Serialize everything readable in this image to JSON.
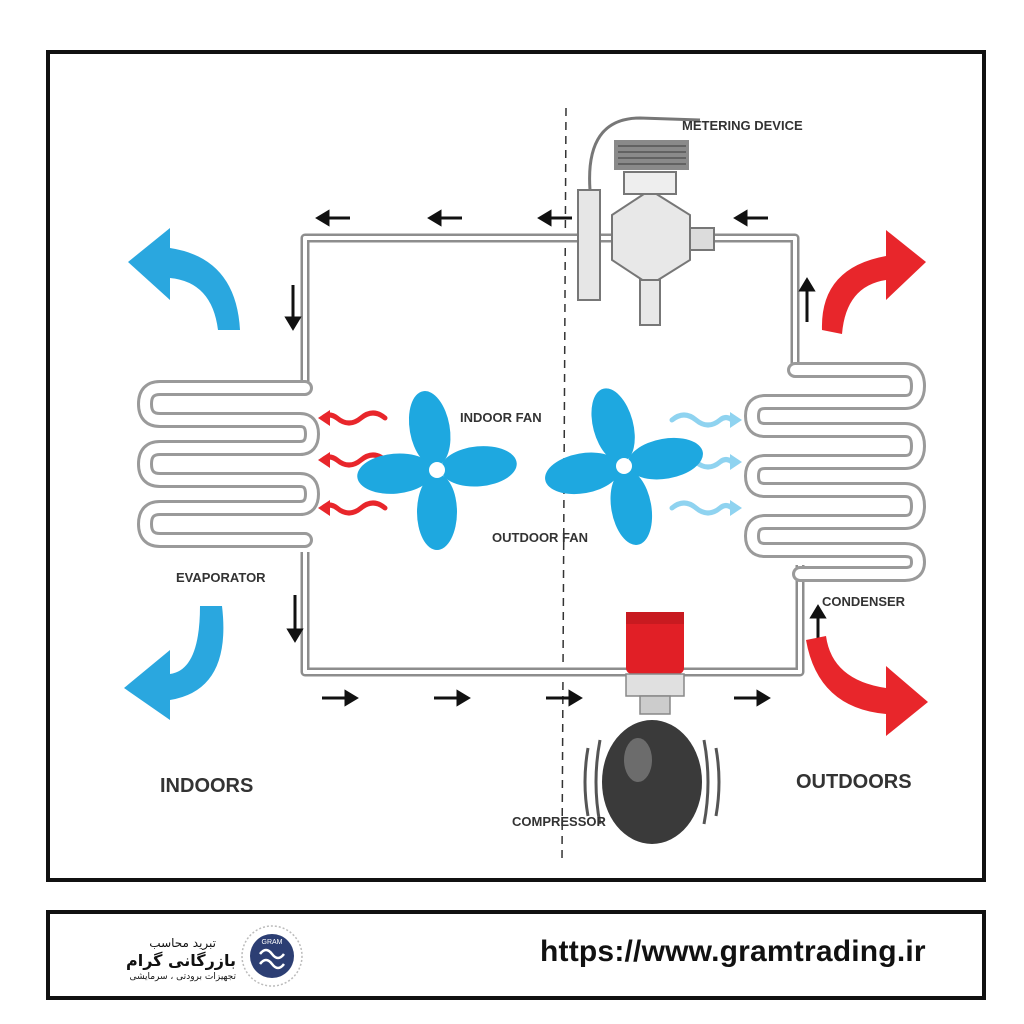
{
  "labels": {
    "metering_device": "METERING DEVICE",
    "indoor_fan": "INDOOR FAN",
    "outdoor_fan": "OUTDOOR FAN",
    "evaporator": "EVAPORATOR",
    "condenser": "CONDENSER",
    "indoors": "INDOORS",
    "outdoors": "OUTDOORS",
    "compressor": "COMPRESSOR"
  },
  "footer": {
    "url": "https://www.gramtrading.ir",
    "brand_line1": "تبرید محاسب",
    "brand_line2": "بازرگانی گرام",
    "brand_line3": "تجهیزات برودتی ، سرمایشی",
    "logo_text": "GRAM"
  },
  "colors": {
    "cold_air": "#2aa7df",
    "hot_air": "#e8262b",
    "fan": "#1ea8e0",
    "pipe": "#9a9a9a",
    "frame": "#111111"
  }
}
